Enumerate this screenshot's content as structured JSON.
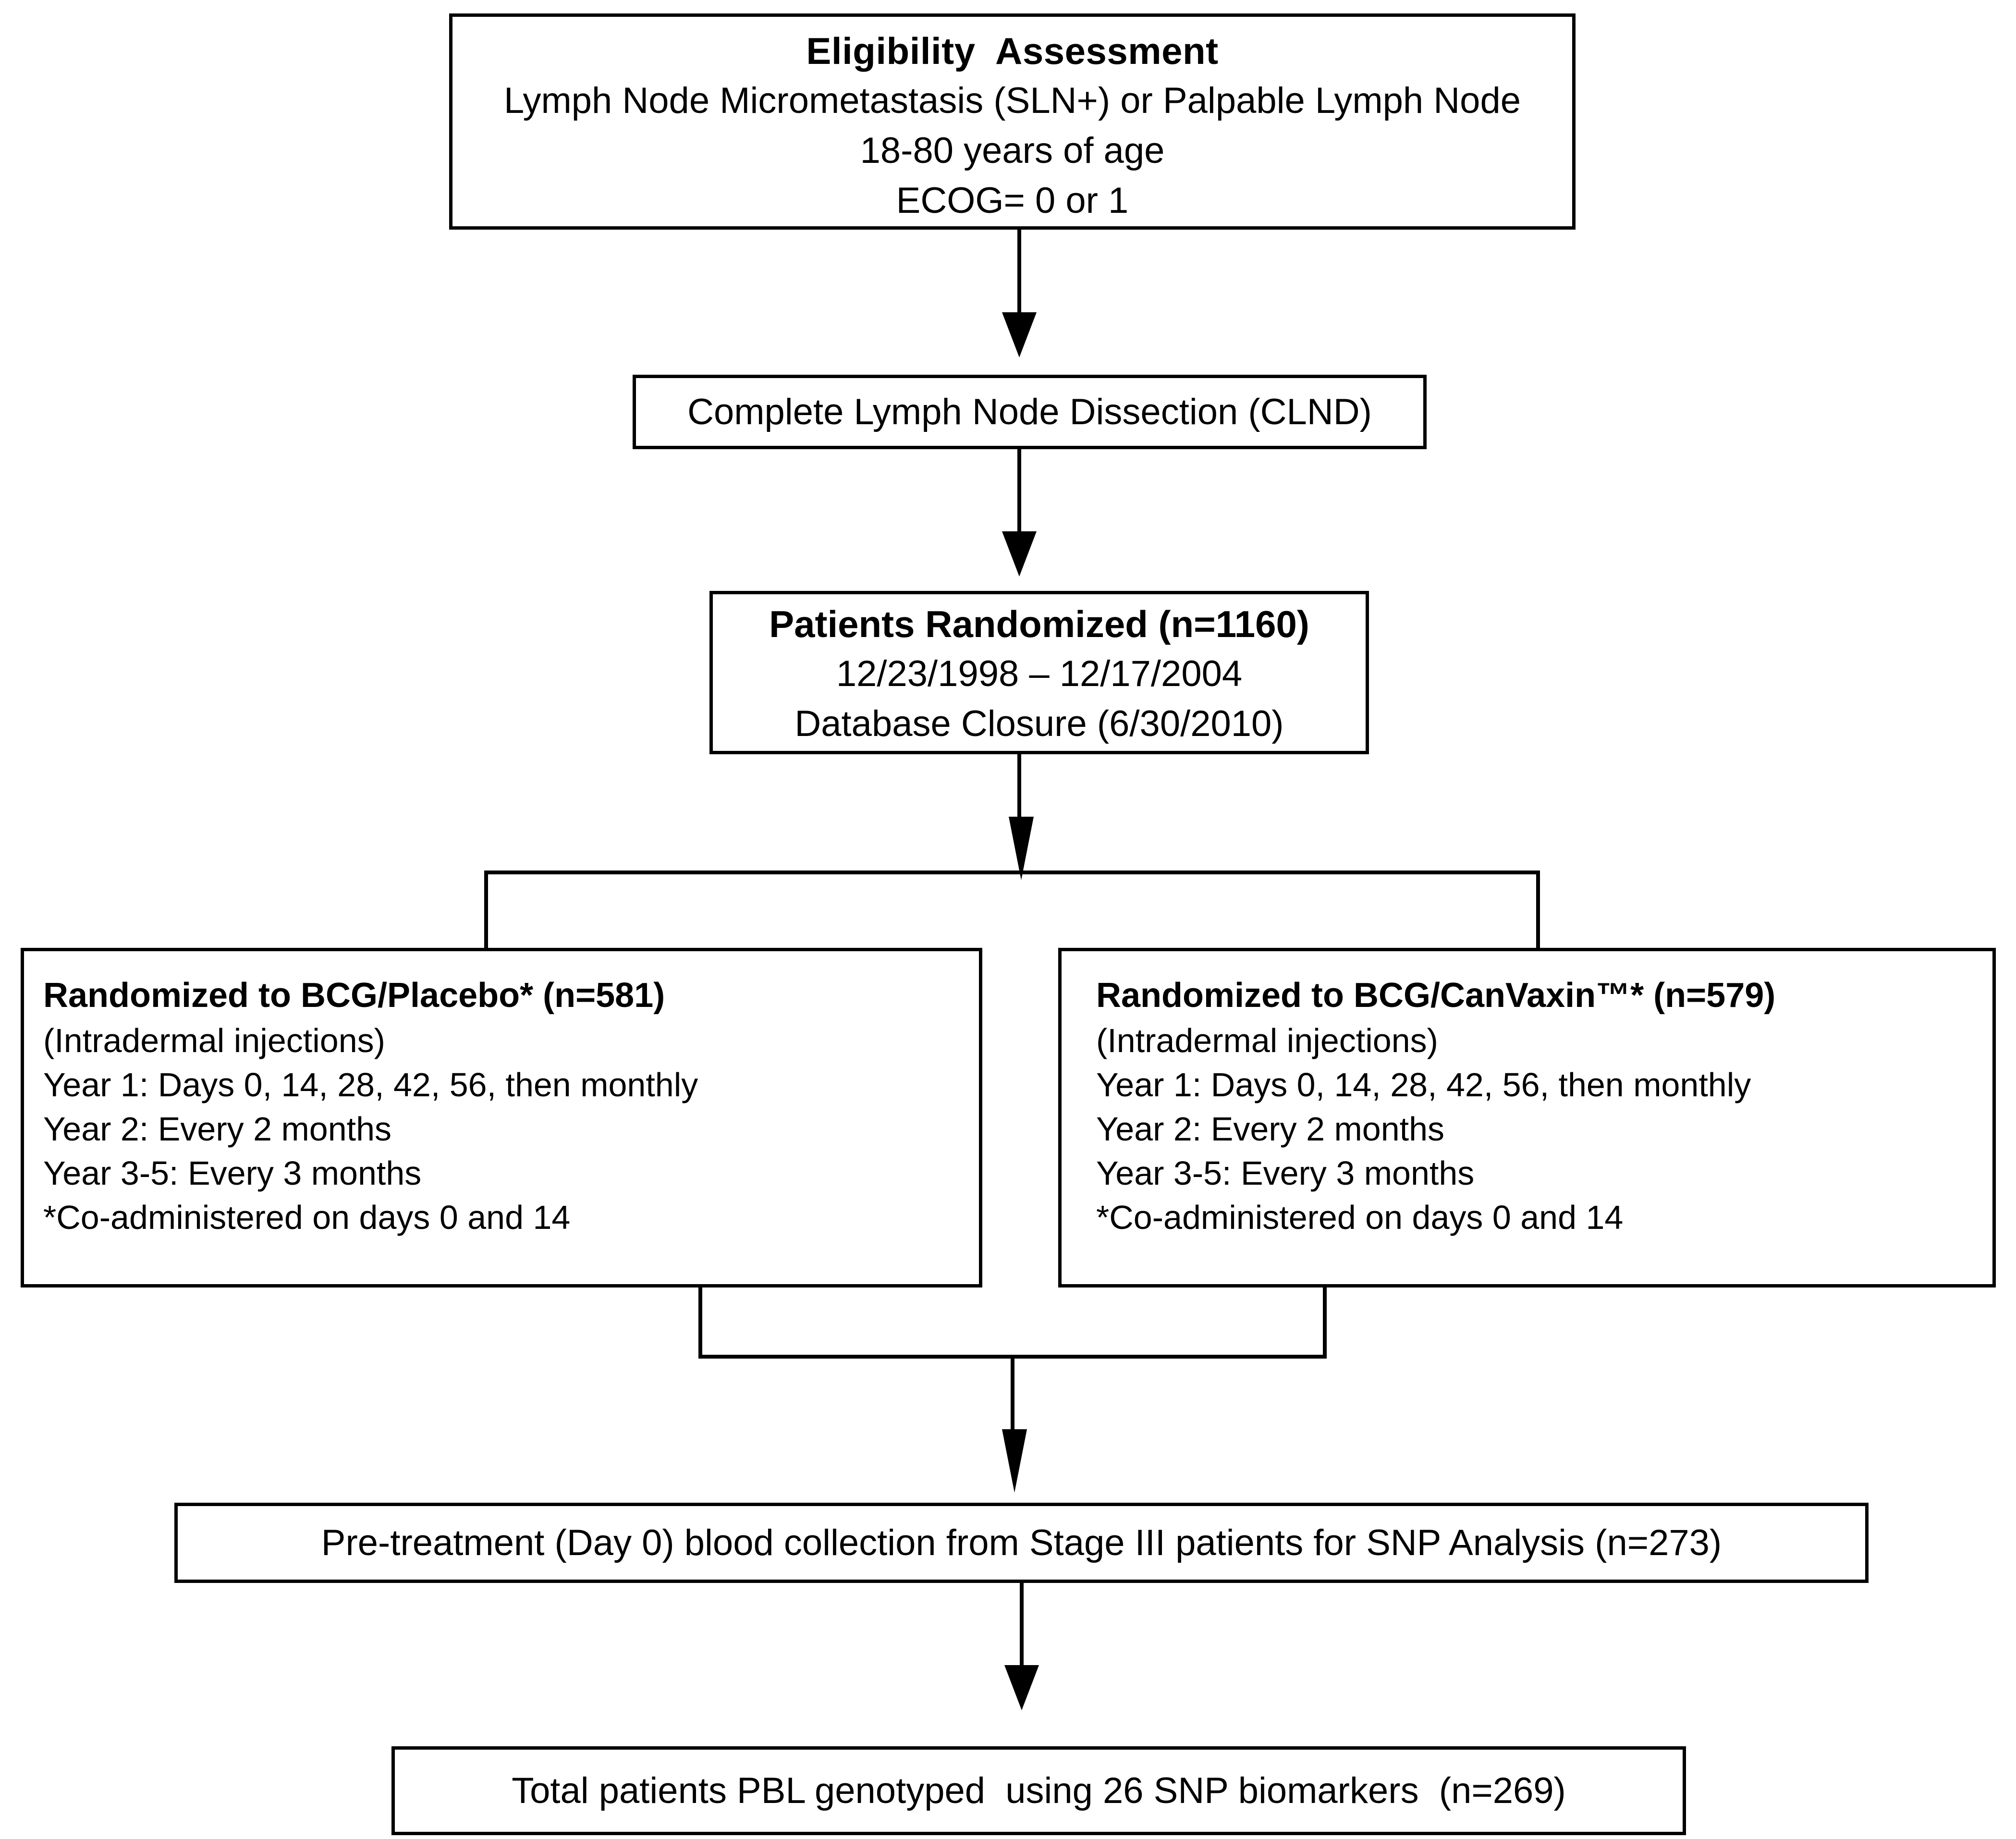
{
  "diagram": {
    "title": "CONSORT-style clinical trial flow diagram",
    "stroke_color": "#000000",
    "background_color": "#ffffff"
  },
  "nodes": {
    "eligibility": {
      "heading": "Eligibility  Assessment",
      "lines": [
        "Lymph Node Micrometastasis (SLN+) or Palpable Lymph Node",
        "18-80 years of age",
        "ECOG= 0 or 1"
      ]
    },
    "clnd": {
      "line": "Complete Lymph Node Dissection (CLND)"
    },
    "randomized": {
      "heading": "Patients Randomized (n=1160)",
      "lines": [
        "12/23/1998 – 12/17/2004",
        "Database Closure (6/30/2010)"
      ]
    },
    "arm_placebo": {
      "heading": "Randomized to BCG/Placebo* (n=581)",
      "lines": [
        "(Intradermal injections)",
        "Year 1: Days 0, 14, 28, 42, 56, then monthly",
        "Year 2: Every 2 months",
        "Year 3-5: Every 3 months",
        "*Co-administered on days 0 and 14"
      ]
    },
    "arm_canvaxin": {
      "heading": "Randomized to BCG/CanVaxin™* (n=579)",
      "lines": [
        "(Intradermal injections)",
        "Year 1: Days 0, 14, 28, 42, 56, then monthly",
        "Year 2: Every 2 months",
        "Year 3-5: Every 3 months",
        "*Co-administered on days 0 and 14"
      ]
    },
    "pretreatment": {
      "line": "Pre-treatment (Day 0) blood collection from Stage III patients for SNP Analysis (n=273)"
    },
    "genotyped": {
      "line": "Total patients PBL genotyped  using 26 SNP biomarkers  (n=269)"
    }
  },
  "flow_data": {
    "type": "flowchart",
    "counts": {
      "patients_randomized": 1160,
      "arm_bcg_placebo": 581,
      "arm_bcg_canvaxin": 579,
      "blood_collection_snp_analysis": 273,
      "pbl_genotyped": 269,
      "snp_biomarkers": 26
    },
    "dates": {
      "enrollment_start": "12/23/1998",
      "enrollment_end": "12/17/2004",
      "database_closure": "6/30/2010"
    },
    "eligibility_criteria": {
      "nodal_status": "Lymph Node Micrometastasis (SLN+) or Palpable Lymph Node",
      "age_range": "18-80 years of age",
      "performance_status": "ECOG= 0 or 1"
    },
    "edges": [
      {
        "from": "eligibility",
        "to": "clnd",
        "kind": "arrow"
      },
      {
        "from": "clnd",
        "to": "randomized",
        "kind": "arrow"
      },
      {
        "from": "randomized",
        "to": "split",
        "kind": "arrow"
      },
      {
        "from": "split",
        "to": "arm_placebo",
        "kind": "line"
      },
      {
        "from": "split",
        "to": "arm_canvaxin",
        "kind": "line"
      },
      {
        "from": "arm_placebo",
        "to": "merge",
        "kind": "line"
      },
      {
        "from": "arm_canvaxin",
        "to": "merge",
        "kind": "line"
      },
      {
        "from": "merge",
        "to": "pretreatment",
        "kind": "arrow"
      },
      {
        "from": "pretreatment",
        "to": "genotyped",
        "kind": "arrow"
      }
    ]
  }
}
